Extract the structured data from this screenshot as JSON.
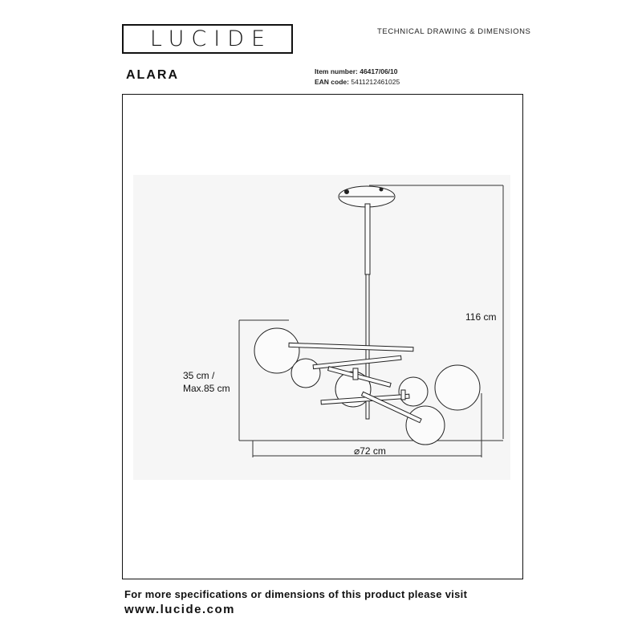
{
  "brand": "LUCIDE",
  "header_title": "TECHNICAL DRAWING & DIMENSIONS",
  "product_name": "ALARA",
  "item_number_label": "Item number:",
  "item_number": "46417/06/10",
  "ean_label": "EAN code:",
  "ean": "5411212461025",
  "dimensions": {
    "total_height": "116 cm",
    "body_height_line1": "35 cm /",
    "body_height_line2": "Max.85 cm",
    "diameter": "⌀72 cm"
  },
  "footer_line1": "For more specifications or dimensions of this product please visit",
  "footer_url": "www.lucide.com"
}
